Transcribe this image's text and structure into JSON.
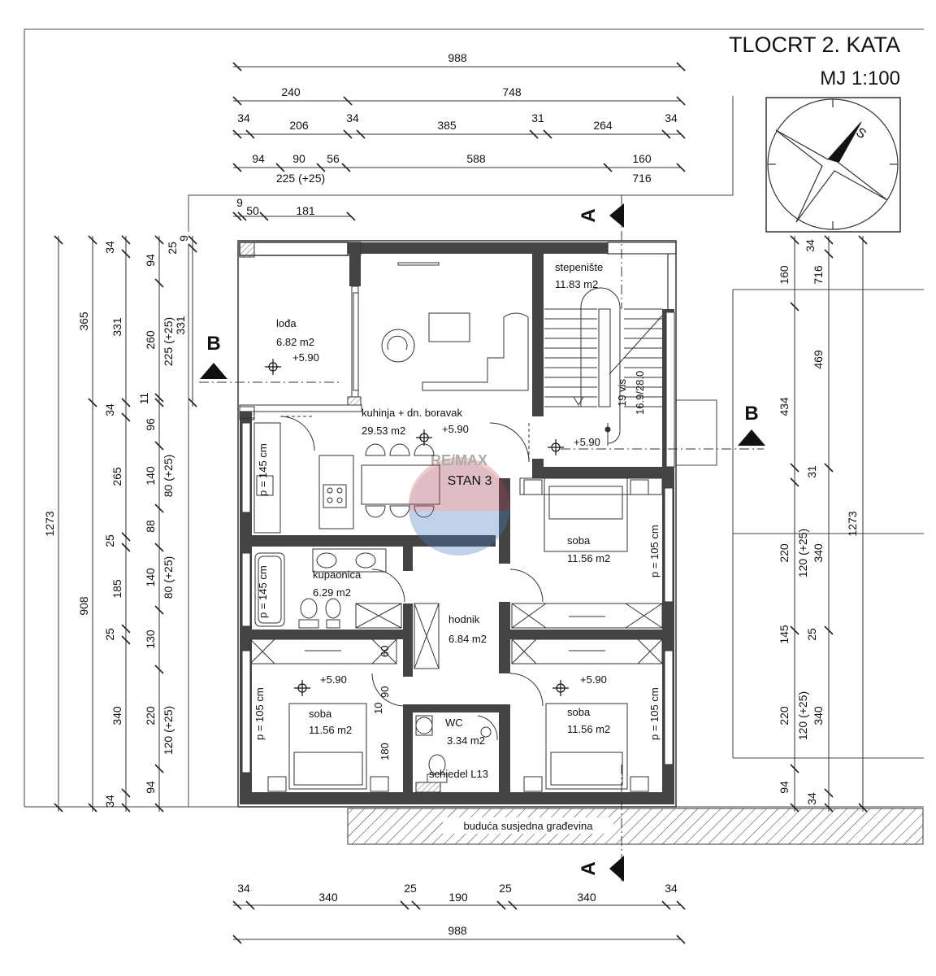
{
  "title": "TLOCRT 2. KATA",
  "scale": "MJ 1:100",
  "apartment": "STAN 3",
  "neighbor_label": "buduća susjedna građevina",
  "section_a": "A",
  "section_b": "B",
  "compass_letter": "S",
  "watermark": "RE/MAX",
  "rooms": {
    "loda": {
      "name": "lođa",
      "area": "6.82 m2",
      "level": "+5.90"
    },
    "kuhinja": {
      "name": "kuhinja + dn. boravak",
      "area": "29.53 m2",
      "level": "+5.90"
    },
    "stepeniste": {
      "name": "stepenište",
      "area": "11.83 m2",
      "level": "+5.90"
    },
    "kupaonica": {
      "name": "kupaonica",
      "area": "6.29 m2"
    },
    "hodnik": {
      "name": "hodnik",
      "area": "6.84 m2"
    },
    "soba_east": {
      "name": "soba",
      "area": "11.56 m2"
    },
    "soba_sw": {
      "name": "soba",
      "area": "11.56 m2",
      "level": "+5.90"
    },
    "soba_se": {
      "name": "soba",
      "area": "11.56 m2",
      "level": "+5.90"
    },
    "wc": {
      "name": "WC",
      "area": "3.34 m2"
    }
  },
  "labels": {
    "chimney": "schiedel L13",
    "stair_spec": "19 vis",
    "stair_dim": "16.9/28.0",
    "win_kitchen": "p = 145 cm",
    "win_bath": "p = 145 cm",
    "win_room_e": "p = 105 cm",
    "win_room_sw": "p = 105 cm",
    "win_room_se": "p = 105 cm",
    "door_60": "60",
    "door_90": "90",
    "door_10": "10",
    "door_180": "180"
  },
  "dims_top": {
    "r1": [
      "988"
    ],
    "r2": [
      "240",
      "748"
    ],
    "r3": [
      "34",
      "206",
      "34",
      "385",
      "31",
      "264",
      "34"
    ],
    "r4": [
      "94",
      "90",
      "56",
      "588",
      "160"
    ],
    "r4b": [
      "225 (+25)",
      "716"
    ],
    "r5": [
      "9",
      "50",
      "181"
    ]
  },
  "dims_bottom": {
    "r1": [
      "34",
      "340",
      "25",
      "190",
      "25",
      "340",
      "34"
    ],
    "r2": [
      "988"
    ]
  },
  "dims_left": {
    "c1": [
      "1273"
    ],
    "c2": [
      "908",
      "365"
    ],
    "c3": [
      "34",
      "331",
      "34",
      "265",
      "25",
      "185",
      "25",
      "340",
      "34"
    ],
    "c4": [
      "94",
      "260",
      "11",
      "96",
      "140",
      "88",
      "140",
      "130",
      "220",
      "94"
    ],
    "c5": [
      "25",
      "9",
      "225 (+25)",
      "331",
      "80 (+25)",
      "80 (+25)",
      "120 (+25)"
    ]
  },
  "dims_right": {
    "c1": [
      "34",
      "160",
      "716",
      "469",
      "434",
      "31",
      "220",
      "120 (+25)",
      "340",
      "145",
      "25",
      "220",
      "120 (+25)",
      "340",
      "94",
      "34"
    ],
    "c2": [
      "1273"
    ]
  }
}
